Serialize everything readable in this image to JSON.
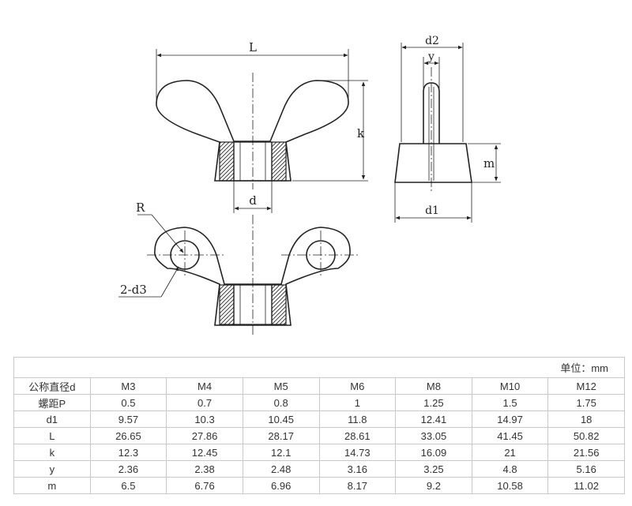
{
  "drawing": {
    "labels": {
      "L": "L",
      "k": "k",
      "d": "d",
      "d2": "d2",
      "y": "y",
      "m": "m",
      "d1": "d1",
      "R": "R",
      "d3": "2-d3"
    }
  },
  "table": {
    "unit": "单位：mm",
    "header": {
      "label": "公称直径d",
      "sizes": [
        "M3",
        "M4",
        "M5",
        "M6",
        "M8",
        "M10",
        "M12"
      ]
    },
    "rows": [
      {
        "label": "螺距P",
        "values": [
          "0.5",
          "0.7",
          "0.8",
          "1",
          "1.25",
          "1.5",
          "1.75"
        ]
      },
      {
        "label": "d1",
        "values": [
          "9.57",
          "10.3",
          "10.45",
          "11.8",
          "12.41",
          "14.97",
          "18"
        ]
      },
      {
        "label": "L",
        "values": [
          "26.65",
          "27.86",
          "28.17",
          "28.61",
          "33.05",
          "41.45",
          "50.82"
        ]
      },
      {
        "label": "k",
        "values": [
          "12.3",
          "12.45",
          "12.1",
          "14.73",
          "16.09",
          "21",
          "21.56"
        ]
      },
      {
        "label": "y",
        "values": [
          "2.36",
          "2.38",
          "2.48",
          "3.16",
          "3.25",
          "4.8",
          "5.16"
        ]
      },
      {
        "label": "m",
        "values": [
          "6.5",
          "6.76",
          "6.96",
          "8.17",
          "9.2",
          "10.58",
          "11.02"
        ]
      }
    ]
  }
}
